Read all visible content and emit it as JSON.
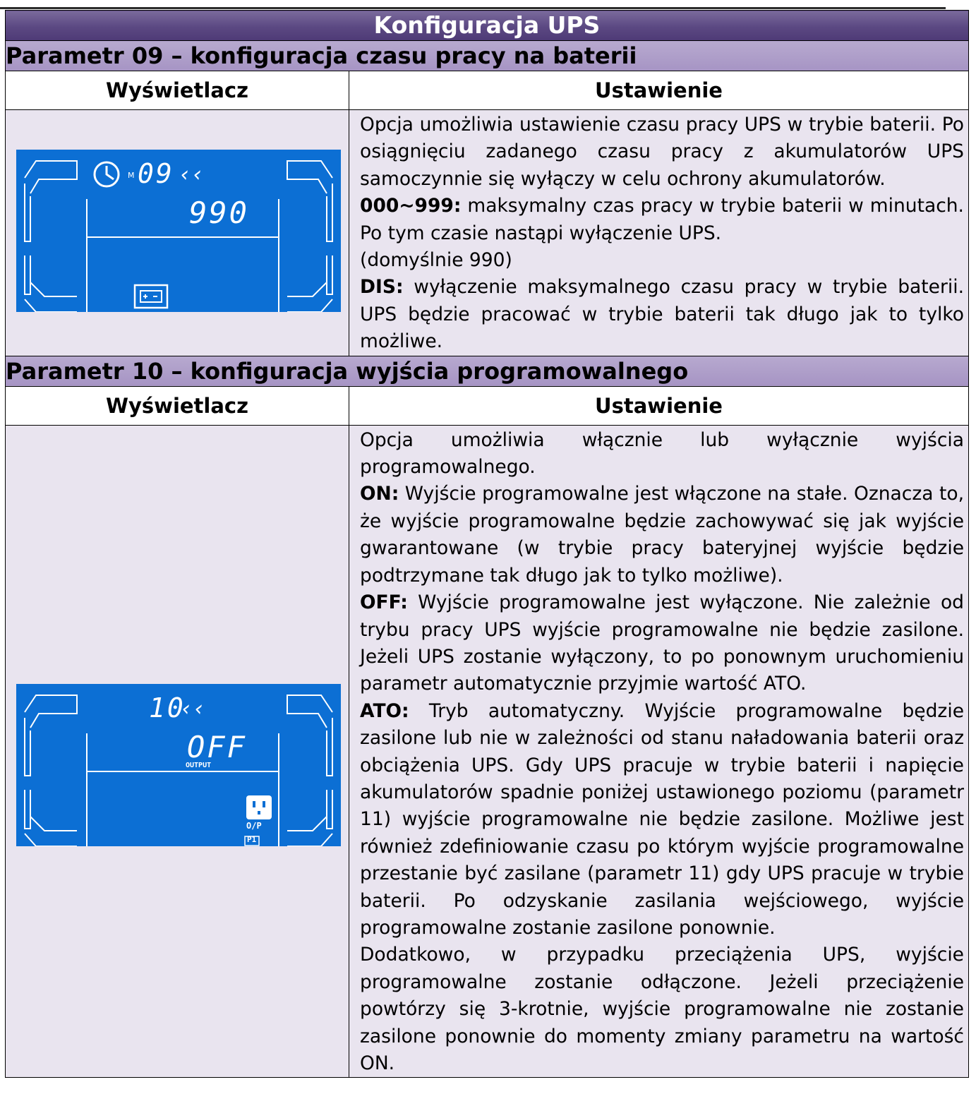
{
  "title": "Konfiguracja UPS",
  "sections": [
    {
      "heading": "Parametr 09 – konfiguracja czasu pracy na baterii",
      "col_display": "Wyświetlacz",
      "col_setting": "Ustawienie",
      "lcd": {
        "param": "09",
        "value": "990",
        "arrows": "‹‹",
        "m": "M"
      },
      "paragraphs": [
        {
          "text": "Opcja umożliwia ustawienie czasu pracy UPS w trybie baterii. Po osiągnięciu zadanego czasu pracy z akumulatorów UPS samoczynnie się wyłączy w celu ochrony akumulatorów."
        },
        {
          "label": "000~999:",
          "text": " maksymalny czas pracy w trybie baterii w minutach. Po tym czasie nastąpi wyłączenie UPS."
        },
        {
          "text": "(domyślnie 990)"
        },
        {
          "label": "DIS:",
          "text": " wyłączenie maksymalnego czasu pracy w trybie baterii. UPS będzie pracować w trybie baterii tak długo jak to tylko możliwe."
        }
      ]
    },
    {
      "heading": "Parametr 10 – konfiguracja wyjścia programowalnego",
      "col_display": "Wyświetlacz",
      "col_setting": "Ustawienie",
      "lcd": {
        "param": "10",
        "value": "OFF",
        "arrows": "‹‹",
        "output": "OUTPUT",
        "op": "O/P",
        "p1": "P1"
      },
      "paragraphs": [
        {
          "text": "Opcja umożliwia włącznie lub wyłącznie wyjścia programowalnego."
        },
        {
          "label": "ON:",
          "text": " Wyjście programowalne jest włączone na stałe. Oznacza to, że wyjście programowalne będzie zachowywać się jak wyjście gwarantowane (w trybie pracy bateryjnej wyjście będzie podtrzymane tak długo jak to tylko możliwe)."
        },
        {
          "label": "OFF:",
          "text": " Wyjście programowalne jest wyłączone. Nie zależnie od trybu pracy UPS wyjście programowalne nie będzie zasilone. Jeżeli UPS zostanie wyłączony, to po ponownym uruchomieniu parametr automatycznie przyjmie wartość ATO."
        },
        {
          "label": "ATO:",
          "text": " Tryb automatyczny. Wyjście programowalne będzie zasilone lub nie w zależności od stanu naładowania baterii oraz obciążenia UPS. Gdy UPS pracuje w trybie baterii i napięcie akumulatorów spadnie poniżej ustawionego poziomu (parametr 11) wyjście programowalne nie będzie zasilone. Możliwe jest również zdefiniowanie czasu po którym wyjście programowalne przestanie być zasilane (parametr 11) gdy UPS pracuje w trybie baterii. Po odzyskanie zasilania wejściowego, wyjście programowalne zostanie zasilone ponownie."
        },
        {
          "text": "Dodatkowo, w przypadku przeciążenia UPS, wyjście programowalne zostanie odłączone. Jeżeli przeciążenie powtórzy się 3-krotnie, wyjście programowalne nie zostanie zasilone ponownie do momenty zmiany parametru na wartość ON."
        }
      ]
    }
  ]
}
